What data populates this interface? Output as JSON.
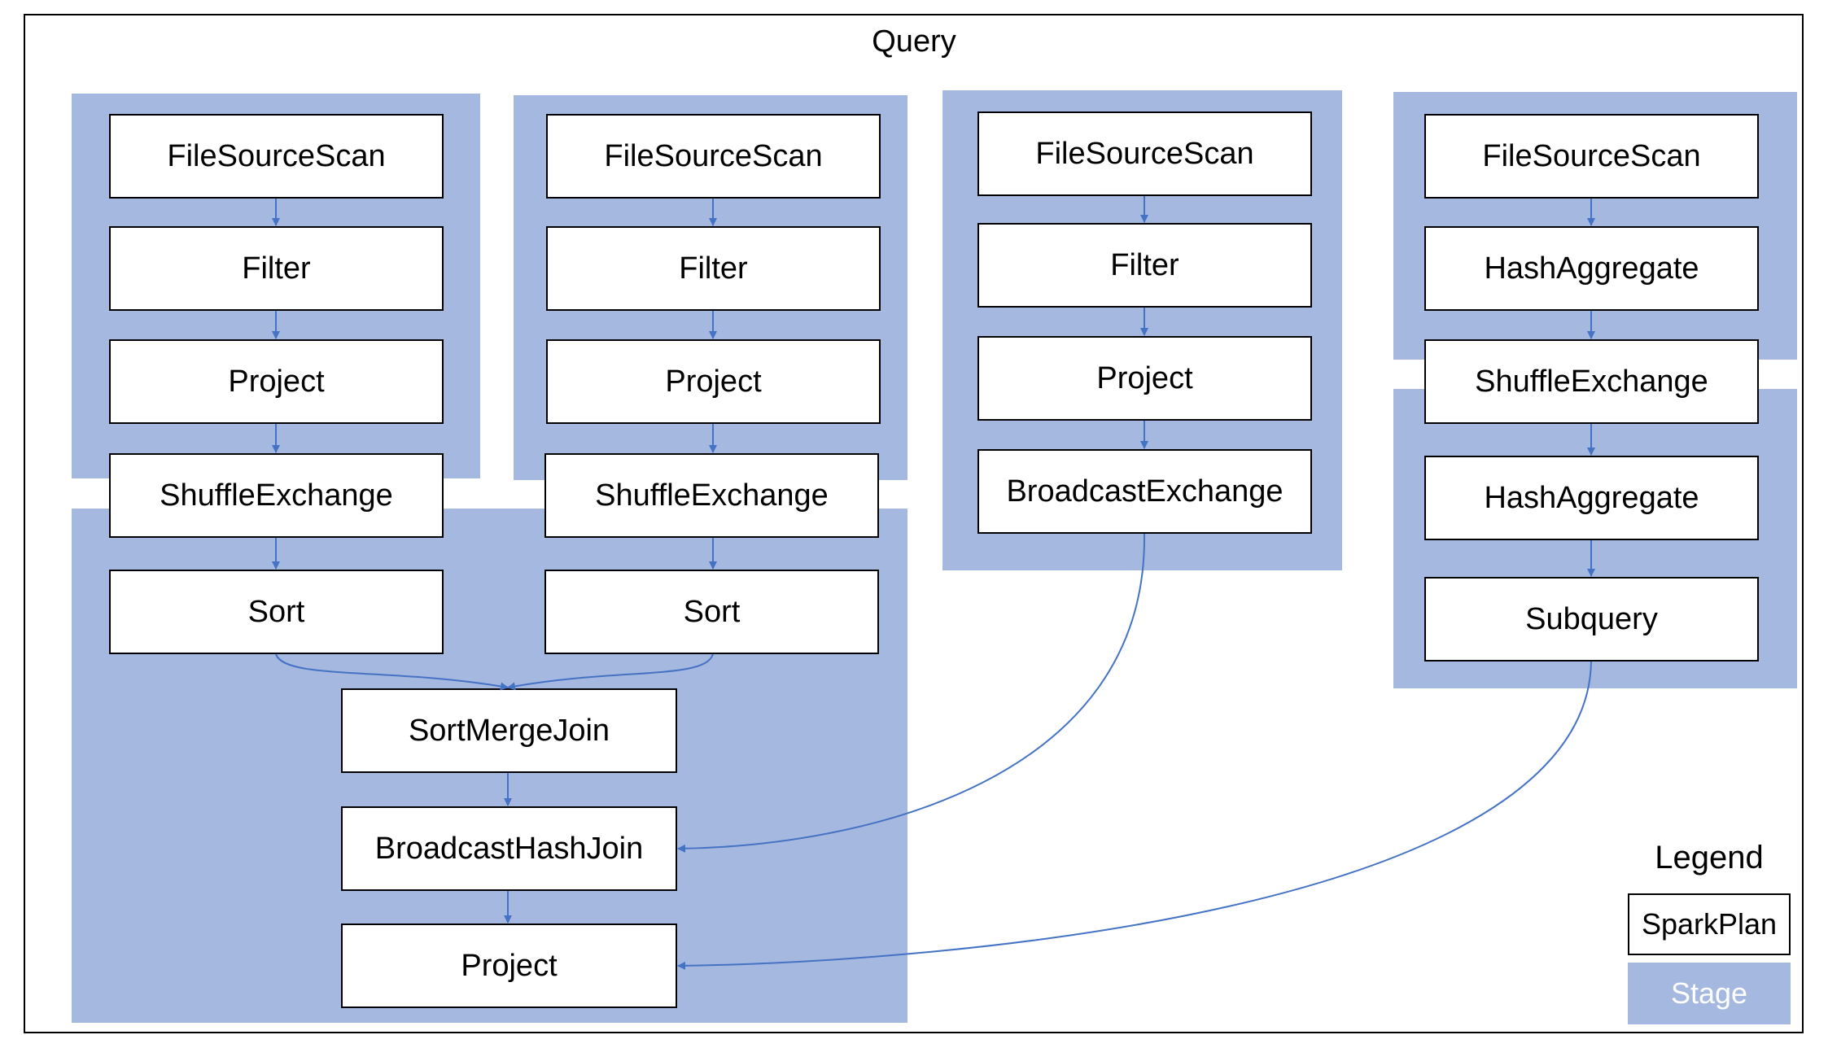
{
  "title": "Query",
  "accent_color": "#4472c4",
  "stage_color": "#a5b8df",
  "nodes": {
    "c1_scan": "FileSourceScan",
    "c1_filter": "Filter",
    "c1_project": "Project",
    "c1_shuffle": "ShuffleExchange",
    "c1_sort": "Sort",
    "c2_scan": "FileSourceScan",
    "c2_filter": "Filter",
    "c2_project": "Project",
    "c2_shuffle": "ShuffleExchange",
    "c2_sort": "Sort",
    "smj": "SortMergeJoin",
    "bhj": "BroadcastHashJoin",
    "final_project": "Project",
    "c3_scan": "FileSourceScan",
    "c3_filter": "Filter",
    "c3_project": "Project",
    "c3_broadcast": "BroadcastExchange",
    "c4_scan": "FileSourceScan",
    "c4_hashagg1": "HashAggregate",
    "c4_shuffle": "ShuffleExchange",
    "c4_hashagg2": "HashAggregate",
    "c4_subquery": "Subquery"
  },
  "legend": {
    "title": "Legend",
    "plan_label": "SparkPlan",
    "stage_label": "Stage"
  }
}
